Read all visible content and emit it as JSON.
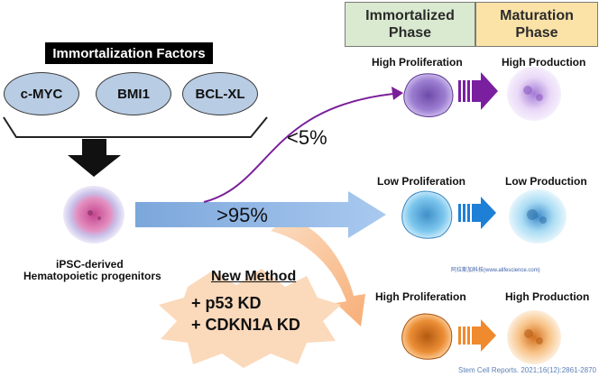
{
  "phases": {
    "immortalized": "Immortalized\nPhase",
    "maturation": "Maturation\nPhase"
  },
  "factors": {
    "title": "Immortalization Factors",
    "items": [
      "c-MYC",
      "BMI1",
      "BCL-XL"
    ]
  },
  "source_cell": {
    "label_line1": "iPSC-derived",
    "label_line2": "Hematopoietic progenitors"
  },
  "paths": {
    "upper_percent": "<5%",
    "main_percent": ">95%"
  },
  "rows": [
    {
      "immortalized_label": "High Proliferation",
      "maturation_label": "High Production",
      "color": "#9b72c7",
      "arrow_color": "#7a1fa0"
    },
    {
      "immortalized_label": "Low Proliferation",
      "maturation_label": "Low Production",
      "color": "#5cb6e6",
      "arrow_color": "#1e7fd6"
    },
    {
      "immortalized_label": "High Proliferation",
      "maturation_label": "High Production",
      "color": "#e8852a",
      "arrow_color": "#f08a2e"
    }
  ],
  "new_method": {
    "title": "New Method",
    "line1": "+ p53 KD",
    "line2": "+ CDKN1A KD"
  },
  "watermark": "阿拉斯加科技(www.alifescience.com)",
  "citation": "Stem Cell Reports. 2021;16(12):2861-2870"
}
